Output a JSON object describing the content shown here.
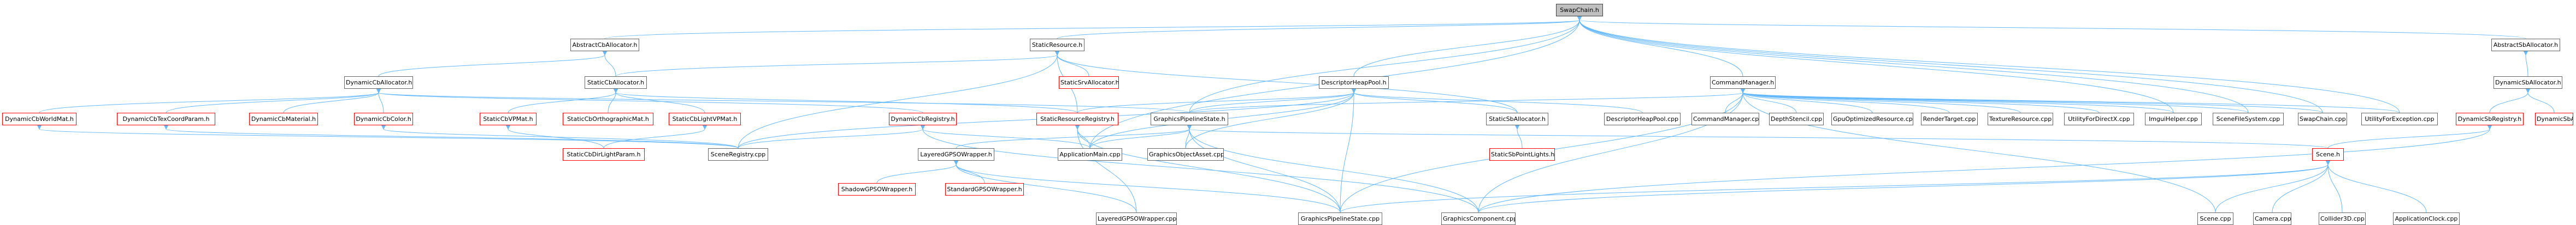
{
  "colors": {
    "edge": "#63b8ff",
    "edge_alt": "#8b1a1a",
    "root_fill": "#bfbfbf",
    "red_border": "#ff0000"
  },
  "nodes": {
    "swapchain_h": {
      "label": "SwapChain.h",
      "style": "root"
    },
    "abs_cb_alloc_h": {
      "label": "AbstractCbAllocator.h"
    },
    "static_resource_h": {
      "label": "StaticResource.h"
    },
    "abs_sb_alloc_h": {
      "label": "AbstractSbAllocator.h"
    },
    "dyn_cb_alloc_h": {
      "label": "DynamicCbAllocator.h"
    },
    "static_cb_alloc_h": {
      "label": "StaticCbAllocator.h"
    },
    "static_srv_alloc_h": {
      "label": "StaticSrvAllocator.h",
      "style": "red"
    },
    "descriptor_heap_pool_h": {
      "label": "DescriptorHeapPool.h"
    },
    "command_manager_h": {
      "label": "CommandManager.h"
    },
    "dyn_sb_alloc_h": {
      "label": "DynamicSbAllocator.h"
    },
    "dyn_cb_worldmat_h": {
      "label": "DynamicCbWorldMat.h",
      "style": "red"
    },
    "dyn_cb_texcoord_h": {
      "label": "DynamicCbTexCoordParam.h",
      "style": "red"
    },
    "dyn_cb_material_h": {
      "label": "DynamicCbMaterial.h",
      "style": "red"
    },
    "dyn_cb_color_h": {
      "label": "DynamicCbColor.h",
      "style": "red"
    },
    "static_cb_vpmat_h": {
      "label": "StaticCbVPMat.h",
      "style": "red"
    },
    "static_cb_ortho_h": {
      "label": "StaticCbOrthographicMat.h",
      "style": "red"
    },
    "static_cb_lightvp_h": {
      "label": "StaticCbLightVPMat.h",
      "style": "red"
    },
    "dyn_cb_registry_h": {
      "label": "DynamicCbRegistry.h",
      "style": "red"
    },
    "static_resource_registry_h": {
      "label": "StaticResourceRegistry.h",
      "style": "red"
    },
    "graphics_pipeline_state_h": {
      "label": "GraphicsPipelineState.h"
    },
    "static_sb_alloc_h": {
      "label": "StaticSbAllocator.h"
    },
    "descriptor_heap_pool_cpp": {
      "label": "DescriptorHeapPool.cpp"
    },
    "command_manager_cpp": {
      "label": "CommandManager.cpp"
    },
    "depth_stencil_cpp": {
      "label": "DepthStencil.cpp"
    },
    "gpu_optimized_resource_cpp": {
      "label": "GpuOptimizedResource.cpp"
    },
    "render_target_cpp": {
      "label": "RenderTarget.cpp"
    },
    "texture_resource_cpp": {
      "label": "TextureResource.cpp"
    },
    "utility_for_directx_cpp": {
      "label": "UtilityForDirectX.cpp"
    },
    "imgui_helper_cpp": {
      "label": "ImguiHelper.cpp"
    },
    "scene_file_system_cpp": {
      "label": "SceneFileSystem.cpp"
    },
    "swapchain_cpp": {
      "label": "SwapChain.cpp"
    },
    "utility_for_exception_cpp": {
      "label": "UtilityForException.cpp"
    },
    "dyn_sb_registry_h": {
      "label": "DynamicSbRegistry.h",
      "style": "red"
    },
    "dyn_sb_animmat_h": {
      "label": "DynamicSbAnimMat.h",
      "style": "red"
    },
    "static_cb_dirlight_h": {
      "label": "StaticCbDirLightParam.h",
      "style": "red"
    },
    "scene_registry_cpp": {
      "label": "SceneRegistry.cpp"
    },
    "layered_gpso_wrapper_h": {
      "label": "LayeredGPSOWrapper.h"
    },
    "application_main_cpp": {
      "label": "ApplicationMain.cpp"
    },
    "graphics_object_asset_cpp": {
      "label": "GraphicsObjectAsset.cpp"
    },
    "static_sb_pointlights_h": {
      "label": "StaticSbPointLights.h",
      "style": "red"
    },
    "scene_h": {
      "label": "Scene.h",
      "style": "red"
    },
    "shadow_gpso_wrapper_h": {
      "label": "ShadowGPSOWrapper.h",
      "style": "red"
    },
    "standard_gpso_wrapper_h": {
      "label": "StandardGPSOWrapper.h",
      "style": "red"
    },
    "layered_gpso_wrapper_cpp": {
      "label": "LayeredGPSOWrapper.cpp"
    },
    "graphics_pipeline_state_cpp": {
      "label": "GraphicsPipelineState.cpp"
    },
    "graphics_component_cpp": {
      "label": "GraphicsComponent.cpp"
    },
    "scene_cpp": {
      "label": "Scene.cpp"
    },
    "camera_cpp": {
      "label": "Camera.cpp"
    },
    "collider3d_cpp": {
      "label": "Collider3D.cpp"
    },
    "application_clock_cpp": {
      "label": "ApplicationClock.cpp"
    }
  },
  "edges": [
    [
      "swapchain_h",
      "abs_cb_alloc_h"
    ],
    [
      "swapchain_h",
      "static_resource_h"
    ],
    [
      "swapchain_h",
      "abs_sb_alloc_h"
    ],
    [
      "swapchain_h",
      "command_manager_h"
    ],
    [
      "swapchain_h",
      "descriptor_heap_pool_h"
    ],
    [
      "swapchain_h",
      "imgui_helper_cpp"
    ],
    [
      "swapchain_h",
      "scene_file_system_cpp"
    ],
    [
      "swapchain_h",
      "swapchain_cpp"
    ],
    [
      "swapchain_h",
      "utility_for_exception_cpp"
    ],
    [
      "swapchain_h",
      "application_main_cpp"
    ],
    [
      "swapchain_h",
      "graphics_pipeline_state_h"
    ],
    [
      "abs_cb_alloc_h",
      "dyn_cb_alloc_h"
    ],
    [
      "abs_cb_alloc_h",
      "static_cb_alloc_h"
    ],
    [
      "static_resource_h",
      "static_cb_alloc_h"
    ],
    [
      "static_resource_h",
      "static_srv_alloc_h"
    ],
    [
      "static_resource_h",
      "static_sb_alloc_h"
    ],
    [
      "static_resource_h",
      "static_resource_registry_h"
    ],
    [
      "static_resource_h",
      "scene_registry_cpp"
    ],
    [
      "abs_sb_alloc_h",
      "dyn_sb_alloc_h"
    ],
    [
      "dyn_cb_alloc_h",
      "dyn_cb_worldmat_h"
    ],
    [
      "dyn_cb_alloc_h",
      "dyn_cb_texcoord_h"
    ],
    [
      "dyn_cb_alloc_h",
      "dyn_cb_material_h"
    ],
    [
      "dyn_cb_alloc_h",
      "dyn_cb_color_h"
    ],
    [
      "dyn_cb_alloc_h",
      "dyn_cb_registry_h"
    ],
    [
      "dyn_cb_alloc_h",
      "graphics_pipeline_state_h"
    ],
    [
      "static_cb_alloc_h",
      "static_cb_vpmat_h"
    ],
    [
      "static_cb_alloc_h",
      "static_cb_ortho_h"
    ],
    [
      "static_cb_alloc_h",
      "static_cb_lightvp_h"
    ],
    [
      "static_cb_alloc_h",
      "static_resource_registry_h"
    ],
    [
      "descriptor_heap_pool_h",
      "descriptor_heap_pool_cpp"
    ],
    [
      "descriptor_heap_pool_h",
      "static_sb_alloc_h"
    ],
    [
      "descriptor_heap_pool_h",
      "application_main_cpp"
    ],
    [
      "descriptor_heap_pool_h",
      "graphics_object_asset_cpp"
    ],
    [
      "descriptor_heap_pool_h",
      "scene_registry_cpp"
    ],
    [
      "descriptor_heap_pool_h",
      "graphics_pipeline_state_cpp"
    ],
    [
      "descriptor_heap_pool_h",
      "static_resource_registry_h"
    ],
    [
      "descriptor_heap_pool_h",
      "graphics_pipeline_state_h"
    ],
    [
      "command_manager_h",
      "command_manager_cpp"
    ],
    [
      "command_manager_h",
      "depth_stencil_cpp"
    ],
    [
      "command_manager_h",
      "gpu_optimized_resource_cpp"
    ],
    [
      "command_manager_h",
      "render_target_cpp"
    ],
    [
      "command_manager_h",
      "texture_resource_cpp"
    ],
    [
      "command_manager_h",
      "utility_for_directx_cpp"
    ],
    [
      "command_manager_h",
      "imgui_helper_cpp"
    ],
    [
      "command_manager_h",
      "scene_file_system_cpp"
    ],
    [
      "command_manager_h",
      "swapchain_cpp"
    ],
    [
      "command_manager_h",
      "utility_for_exception_cpp"
    ],
    [
      "command_manager_h",
      "graphics_pipeline_state_h"
    ],
    [
      "command_manager_h",
      "graphics_pipeline_state_cpp"
    ],
    [
      "command_manager_h",
      "graphics_component_cpp"
    ],
    [
      "command_manager_h",
      "scene_cpp"
    ],
    [
      "dyn_sb_alloc_h",
      "dyn_sb_registry_h"
    ],
    [
      "dyn_sb_alloc_h",
      "dyn_sb_animmat_h"
    ],
    [
      "dyn_cb_worldmat_h",
      "scene_registry_cpp"
    ],
    [
      "dyn_cb_texcoord_h",
      "scene_registry_cpp"
    ],
    [
      "dyn_cb_color_h",
      "scene_registry_cpp"
    ],
    [
      "static_cb_vpmat_h",
      "static_cb_dirlight_h"
    ],
    [
      "static_cb_lightvp_h",
      "static_cb_dirlight_h"
    ],
    [
      "dyn_cb_registry_h",
      "scene_registry_cpp"
    ],
    [
      "dyn_cb_registry_h",
      "application_main_cpp"
    ],
    [
      "dyn_cb_registry_h",
      "graphics_component_cpp"
    ],
    [
      "static_resource_registry_h",
      "application_main_cpp"
    ],
    [
      "static_resource_registry_h",
      "layered_gpso_wrapper_cpp"
    ],
    [
      "static_resource_registry_h",
      "graphics_pipeline_state_cpp"
    ],
    [
      "graphics_pipeline_state_h",
      "layered_gpso_wrapper_h"
    ],
    [
      "graphics_pipeline_state_h",
      "application_main_cpp"
    ],
    [
      "graphics_pipeline_state_h",
      "graphics_object_asset_cpp"
    ],
    [
      "graphics_pipeline_state_h",
      "graphics_pipeline_state_cpp"
    ],
    [
      "graphics_pipeline_state_h",
      "graphics_component_cpp"
    ],
    [
      "graphics_pipeline_state_h",
      "scene_h"
    ],
    [
      "static_sb_alloc_h",
      "static_sb_pointlights_h"
    ],
    [
      "layered_gpso_wrapper_h",
      "shadow_gpso_wrapper_h"
    ],
    [
      "layered_gpso_wrapper_h",
      "standard_gpso_wrapper_h"
    ],
    [
      "layered_gpso_wrapper_h",
      "layered_gpso_wrapper_cpp"
    ],
    [
      "layered_gpso_wrapper_h",
      "graphics_pipeline_state_cpp"
    ],
    [
      "dyn_sb_registry_h",
      "graphics_component_cpp"
    ],
    [
      "dyn_sb_registry_h",
      "scene_h"
    ],
    [
      "scene_h",
      "scene_cpp"
    ],
    [
      "scene_h",
      "camera_cpp"
    ],
    [
      "scene_h",
      "collider3d_cpp"
    ],
    [
      "scene_h",
      "application_clock_cpp"
    ],
    [
      "scene_h",
      "graphics_pipeline_state_cpp"
    ],
    [
      "scene_h",
      "graphics_component_cpp"
    ]
  ]
}
